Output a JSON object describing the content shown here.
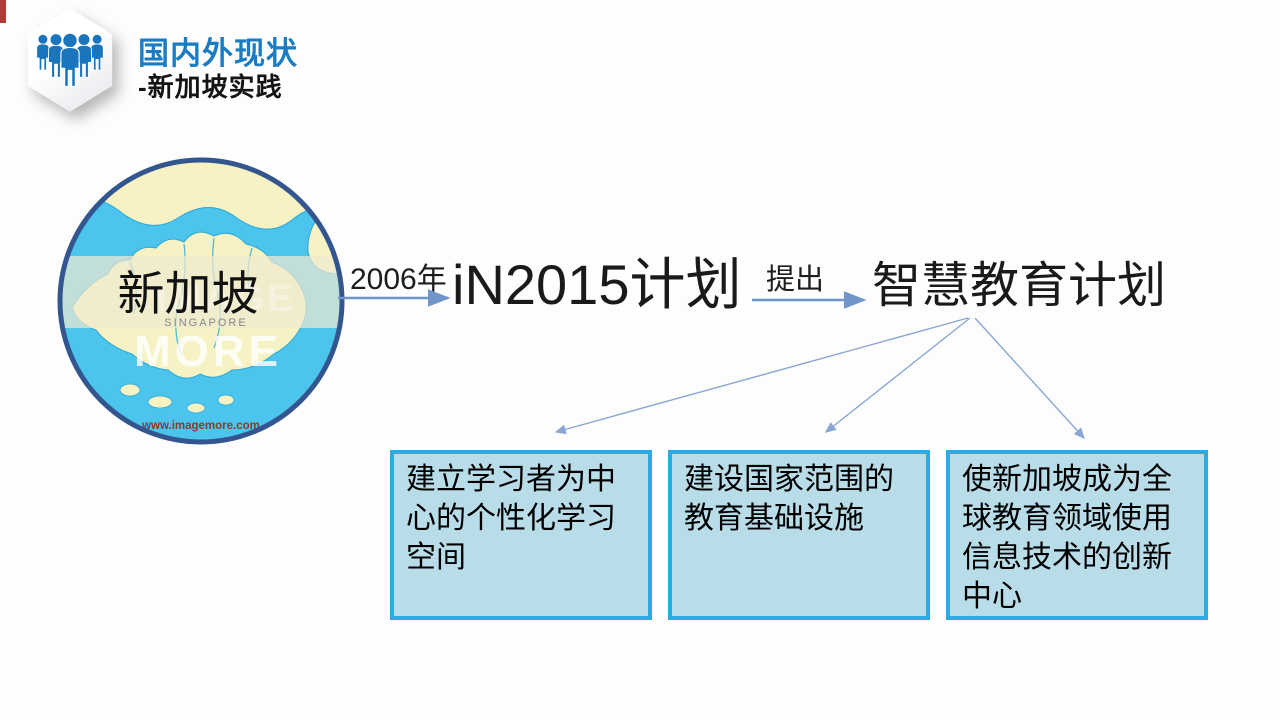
{
  "slide": {
    "header": {
      "badge_icon": "people-group-icon",
      "title": "国内外现状",
      "subtitle": "-新加坡实践"
    },
    "map": {
      "label": "新加坡",
      "watermark_country": "SINGAPORE",
      "watermark_image": "IMAGE",
      "watermark_more": "MORE",
      "watermark_url": "www.imagemore.com"
    },
    "flow": {
      "year": "2006年",
      "plan": "iN2015计划",
      "verb": "提出",
      "program": "智慧教育计划",
      "outcomes": [
        "建立学习者为中心的个性化学习空间",
        "建设国家范围的教育基础设施",
        "使新加坡成为全球教育领域使用信息技术的创新中心"
      ]
    },
    "colors": {
      "title_blue": "#1a7cc2",
      "people_blue": "#1b75bc",
      "arrow_blue": "#6e96c8",
      "fan_arrow_blue": "#8aa6d4",
      "box_fill": "#b8dce8",
      "box_border": "#2aabe2",
      "map_border": "#34568e",
      "map_water": "#4cc5ee",
      "map_land": "#f6f2c3",
      "corner_red": "#b03b33"
    }
  }
}
